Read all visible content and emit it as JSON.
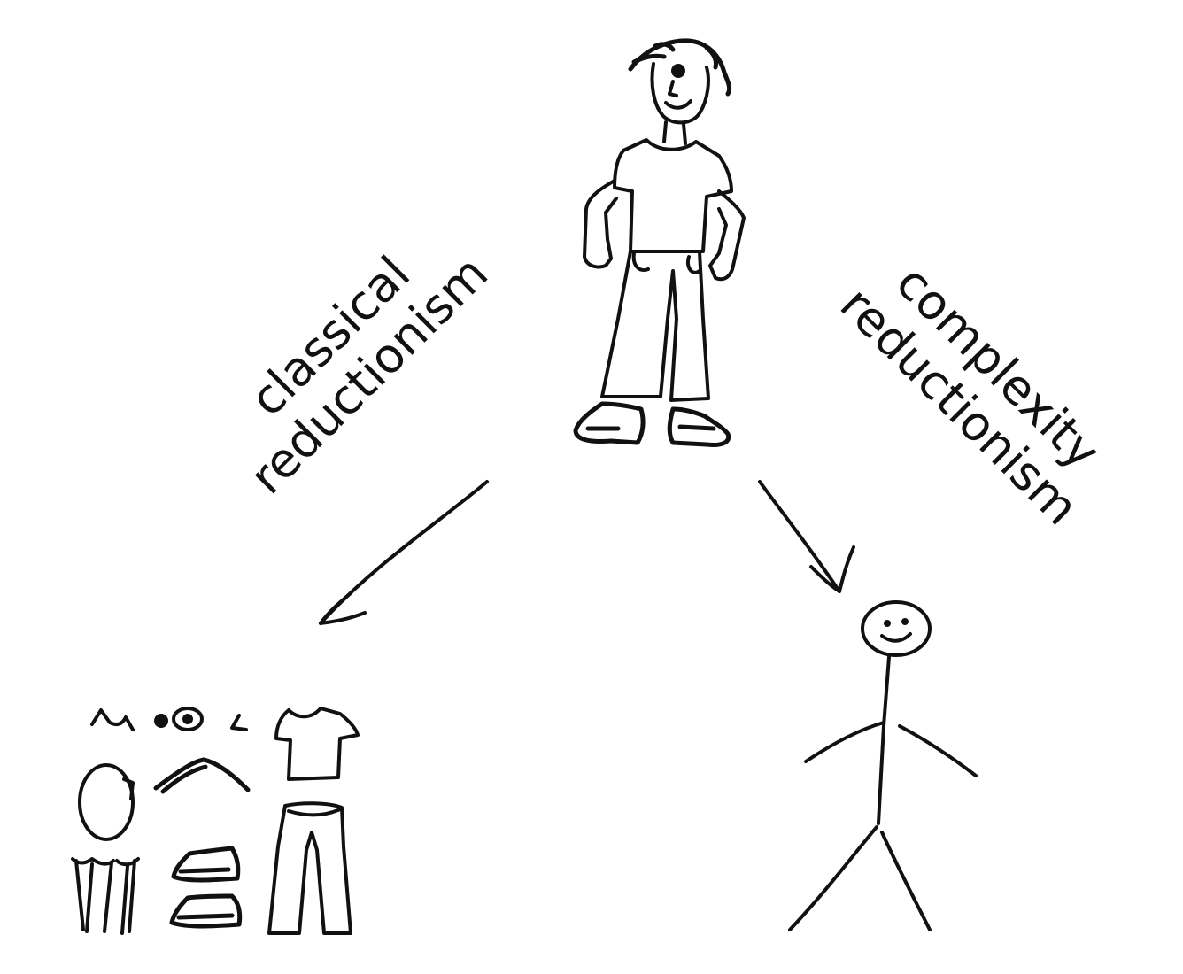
{
  "labels": {
    "left": {
      "line1": "classical",
      "line2": "reductionism"
    },
    "right": {
      "line1": "complexity",
      "line2": "reductionism"
    }
  },
  "figures": {
    "top": "detailed-person-drawing",
    "bottom_left": "disassembled-person-parts",
    "bottom_right": "stick-figure"
  },
  "colors": {
    "ink": "#111111",
    "background": "#ffffff"
  }
}
